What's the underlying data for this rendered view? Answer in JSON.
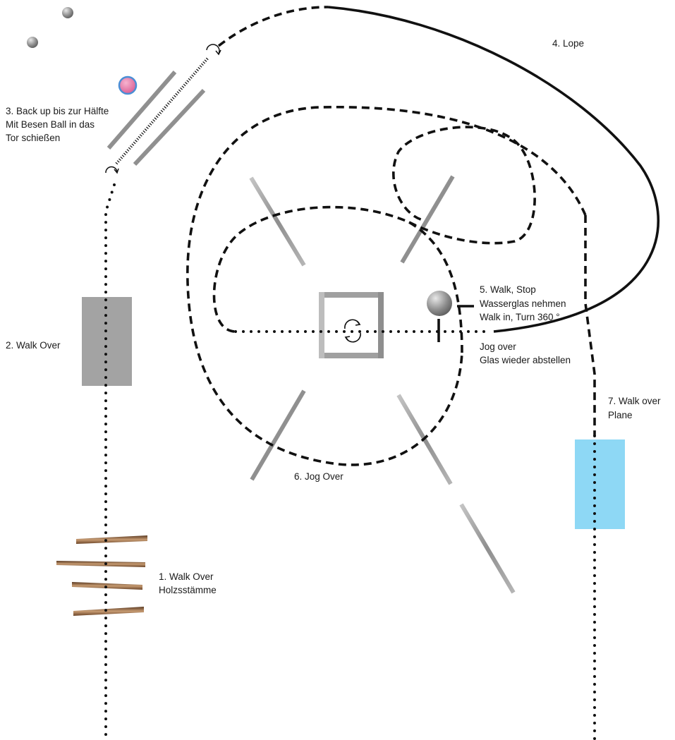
{
  "labels": {
    "step1_line1": "1. Walk Over",
    "step1_line2": "Holzsstämme",
    "step2": "2. Walk Over",
    "step3_line1": "3. Back up bis zur Hälfte",
    "step3_line2": "Mit Besen Ball in das",
    "step3_line3": "Tor schießen",
    "step4": "4. Lope",
    "step5_line1": "5. Walk, Stop",
    "step5_line2": "Wasserglas nehmen",
    "step5_line3": "Walk in, Turn 360 °",
    "step5_line4": "Jog over",
    "step5_line5": "Glas wieder abstellen",
    "step6": "6. Jog Over",
    "step7_line1": "7. Walk over",
    "step7_line2": "Plane"
  },
  "colors": {
    "pole": "#9c9c9c",
    "walkover_mat": "#a3a3a3",
    "plane": "#8ed8f5",
    "log": "#8b5a33",
    "ball": "#e67aa8",
    "ball_ring": "#4a8fd6"
  },
  "icons": {
    "turn": "rotate-arrows-icon",
    "backup_markers": "curved-arrow-icon",
    "glass_stand": "sphere-icon"
  }
}
